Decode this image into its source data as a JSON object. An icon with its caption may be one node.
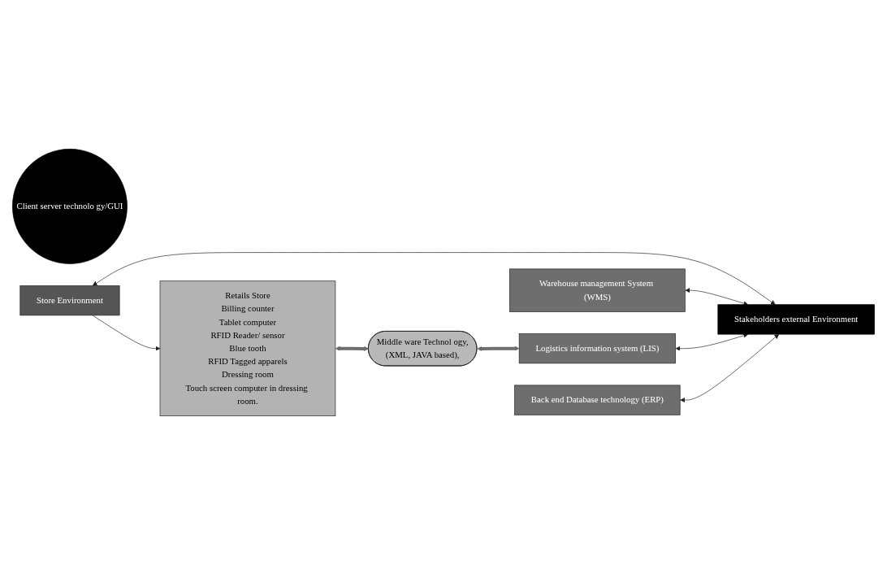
{
  "diagram": {
    "nodes": [
      {
        "text": [
          "Retails Store",
          "Billing counter",
          "Tablet computer",
          "RFID Reader/ sensor",
          "Blue tooth",
          "RFID Tagged apparels",
          "Dressing room",
          "Touch screen computer in dressing room."
        ]
      },
      {
        "text": [
          "Client server technolo gy/GUI"
        ]
      },
      {
        "text": [
          "Middle ware Technol ogy,",
          "(XML, JAVA based),"
        ]
      },
      {
        "text": [
          "Warehouse management System (WMS)"
        ]
      },
      {
        "text": [
          "Logistics information system (LIS)"
        ]
      },
      {
        "text": [
          "Back end Database technology (ERP)"
        ]
      },
      {
        "text": [
          "Store Environment"
        ]
      },
      {
        "text": [
          "Stakeholders external Environment"
        ]
      }
    ],
    "edges": [
      {
        "from": 0,
        "to": 2,
        "arrow": "both",
        "style": "thick",
        "color": "#6e6e6e"
      },
      {
        "from": 2,
        "to": 4,
        "arrow": "both",
        "style": "thick",
        "color": "#6e6e6e"
      },
      {
        "from": 6,
        "to": 0,
        "arrow": "to"
      },
      {
        "from": 6,
        "to": 7,
        "arrow": "both"
      },
      {
        "from": 3,
        "to": 7,
        "arrow": "both"
      },
      {
        "from": 4,
        "to": 7,
        "arrow": "both"
      },
      {
        "from": 5,
        "to": 7,
        "arrow": "both"
      }
    ]
  }
}
